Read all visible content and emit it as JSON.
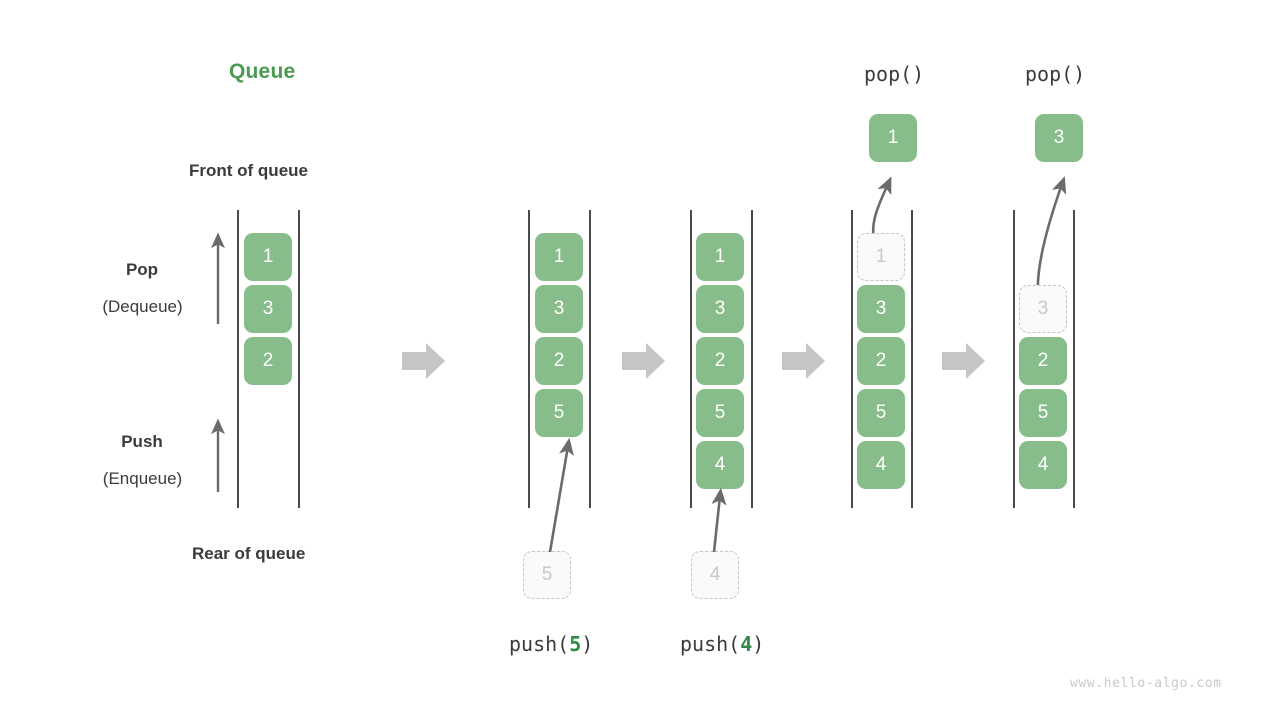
{
  "meta": {
    "title": "Queue",
    "watermark": "www.hello-algo.com",
    "colors": {
      "accent_green": "#4a9a50",
      "box_green": "#87bd8a",
      "ghost_border": "#c4c4c4",
      "ghost_fill": "#fafafa",
      "text_dark": "#3b3b3b",
      "rail": "#4a4a4a",
      "block_arrow": "#c5c5c5",
      "thin_arrow": "#6b6b6b",
      "watermark_gray": "#c9c9c9"
    }
  },
  "labels": {
    "front_of_queue": "Front of queue",
    "rear_of_queue": "Rear of queue",
    "pop_bold": "Pop",
    "pop_paren": "(Dequeue)",
    "push_bold": "Push",
    "push_paren": "(Enqueue)"
  },
  "panels": [
    {
      "id": "initial",
      "caption": "",
      "caption_arg": "",
      "items": [
        "1",
        "3",
        "2"
      ],
      "ghost_index": -1,
      "incoming_ghost": null,
      "popped_value": null,
      "pop_label": ""
    },
    {
      "id": "push-5",
      "caption": "push(",
      "caption_arg": "5",
      "caption_tail": ")",
      "items": [
        "1",
        "3",
        "2",
        "5"
      ],
      "ghost_index": -1,
      "incoming_ghost": "5",
      "popped_value": null,
      "pop_label": ""
    },
    {
      "id": "push-4",
      "caption": "push(",
      "caption_arg": "4",
      "caption_tail": ")",
      "items": [
        "1",
        "3",
        "2",
        "5",
        "4"
      ],
      "ghost_index": -1,
      "incoming_ghost": "4",
      "popped_value": null,
      "pop_label": ""
    },
    {
      "id": "pop-1",
      "caption": "",
      "caption_arg": "",
      "items": [
        "1",
        "3",
        "2",
        "5",
        "4"
      ],
      "ghost_index": 0,
      "incoming_ghost": null,
      "popped_value": "1",
      "pop_label": "pop()"
    },
    {
      "id": "pop-3",
      "caption": "",
      "caption_arg": "",
      "items": [
        "3",
        "2",
        "5",
        "4"
      ],
      "ghost_index": 0,
      "incoming_ghost": null,
      "popped_value": "3",
      "pop_label": "pop()"
    }
  ],
  "boxes": {
    "p0": {
      "v0": "1",
      "v1": "3",
      "v2": "2"
    },
    "p1": {
      "v0": "1",
      "v1": "3",
      "v2": "2",
      "v3": "5",
      "ghost": "5"
    },
    "p2": {
      "v0": "1",
      "v1": "3",
      "v2": "2",
      "v3": "5",
      "v4": "4",
      "ghost": "4"
    },
    "p3": {
      "ghost": "1",
      "v1": "3",
      "v2": "2",
      "v3": "5",
      "v4": "4",
      "popped": "1",
      "pop_label": "pop()"
    },
    "p4": {
      "ghost": "3",
      "v1": "2",
      "v2": "5",
      "v3": "4",
      "popped": "3",
      "pop_label": "pop()"
    }
  },
  "captions": {
    "push5": {
      "fn": "push(",
      "arg": "5",
      "tail": ")"
    },
    "push4": {
      "fn": "push(",
      "arg": "4",
      "tail": ")"
    }
  }
}
